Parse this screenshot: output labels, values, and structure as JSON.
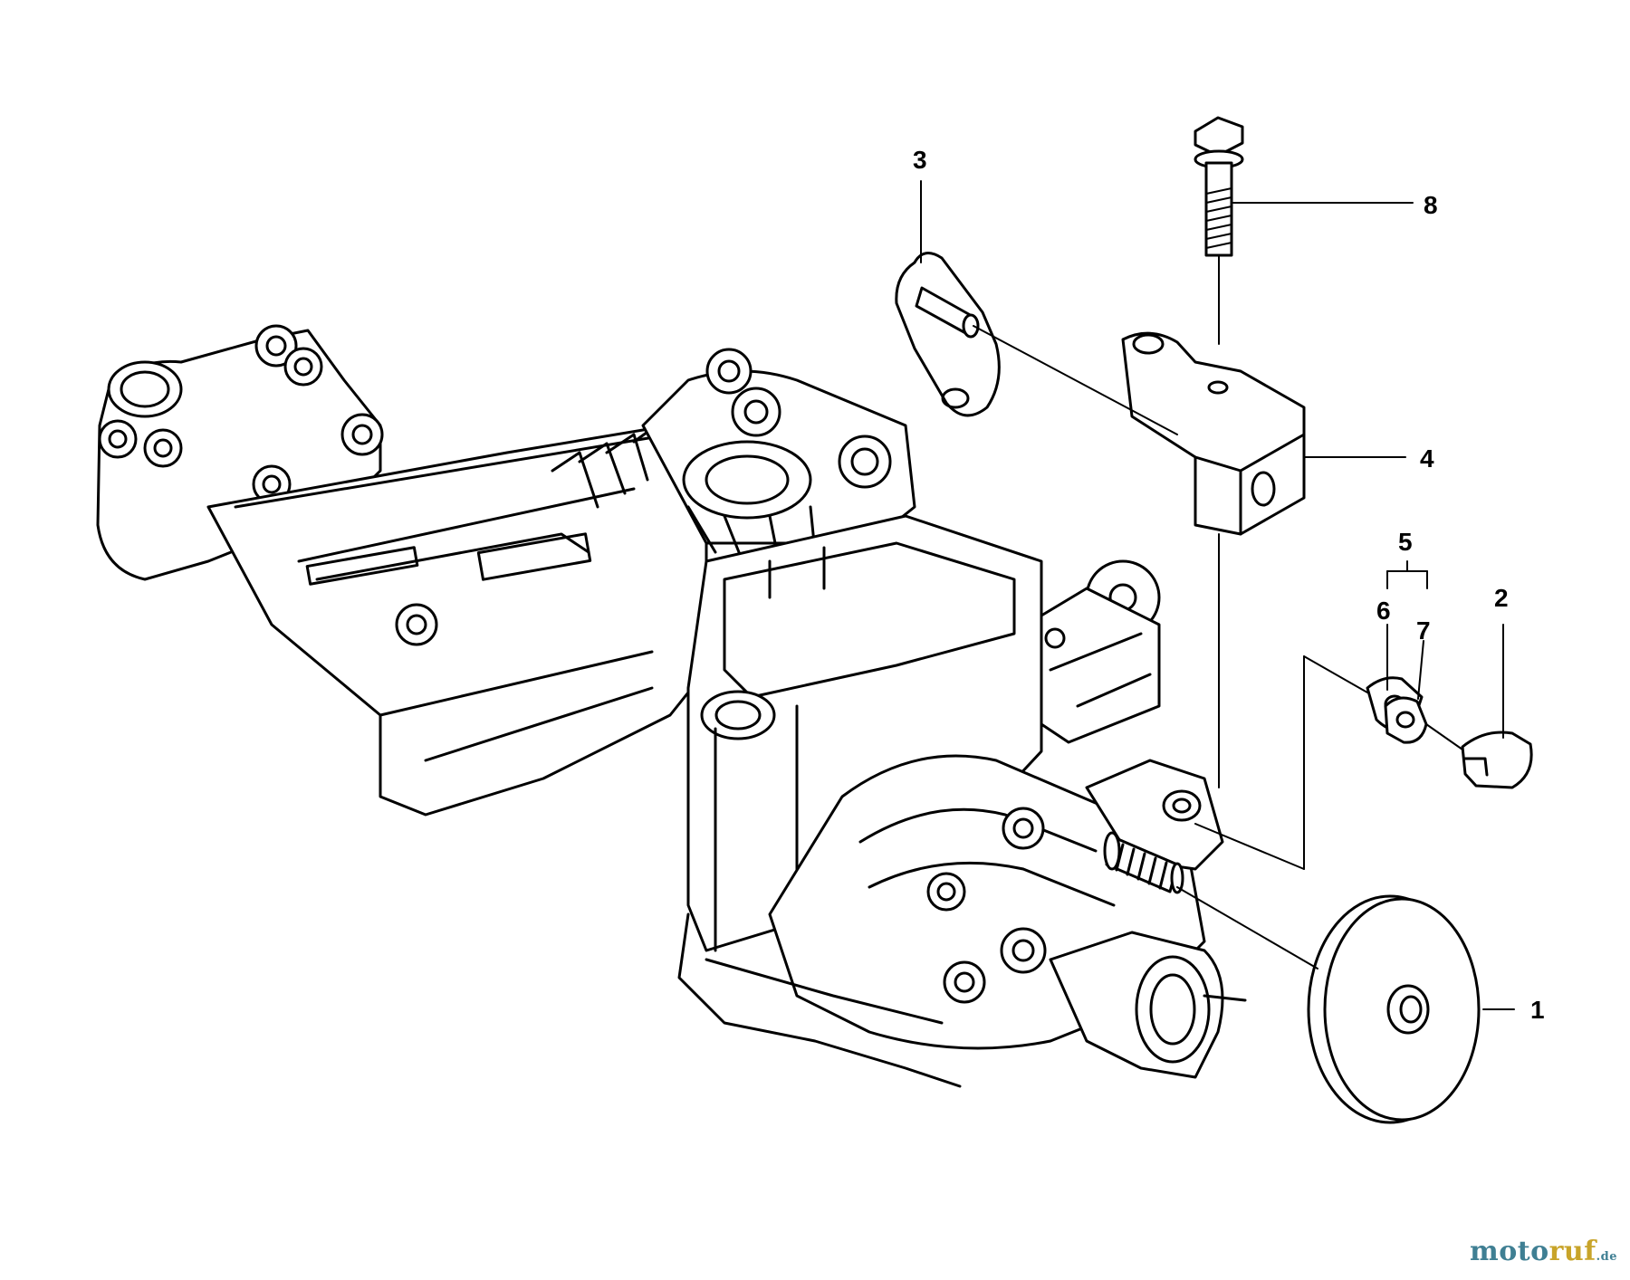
{
  "callouts": [
    {
      "id": "1",
      "text": "1"
    },
    {
      "id": "2",
      "text": "2"
    },
    {
      "id": "3",
      "text": "3"
    },
    {
      "id": "4",
      "text": "4"
    },
    {
      "id": "5",
      "text": "5"
    },
    {
      "id": "6",
      "text": "6"
    },
    {
      "id": "7",
      "text": "7"
    },
    {
      "id": "8",
      "text": "8"
    }
  ],
  "watermark": {
    "part1": "moto",
    "part2": "ruf",
    "suffix": ".de"
  }
}
